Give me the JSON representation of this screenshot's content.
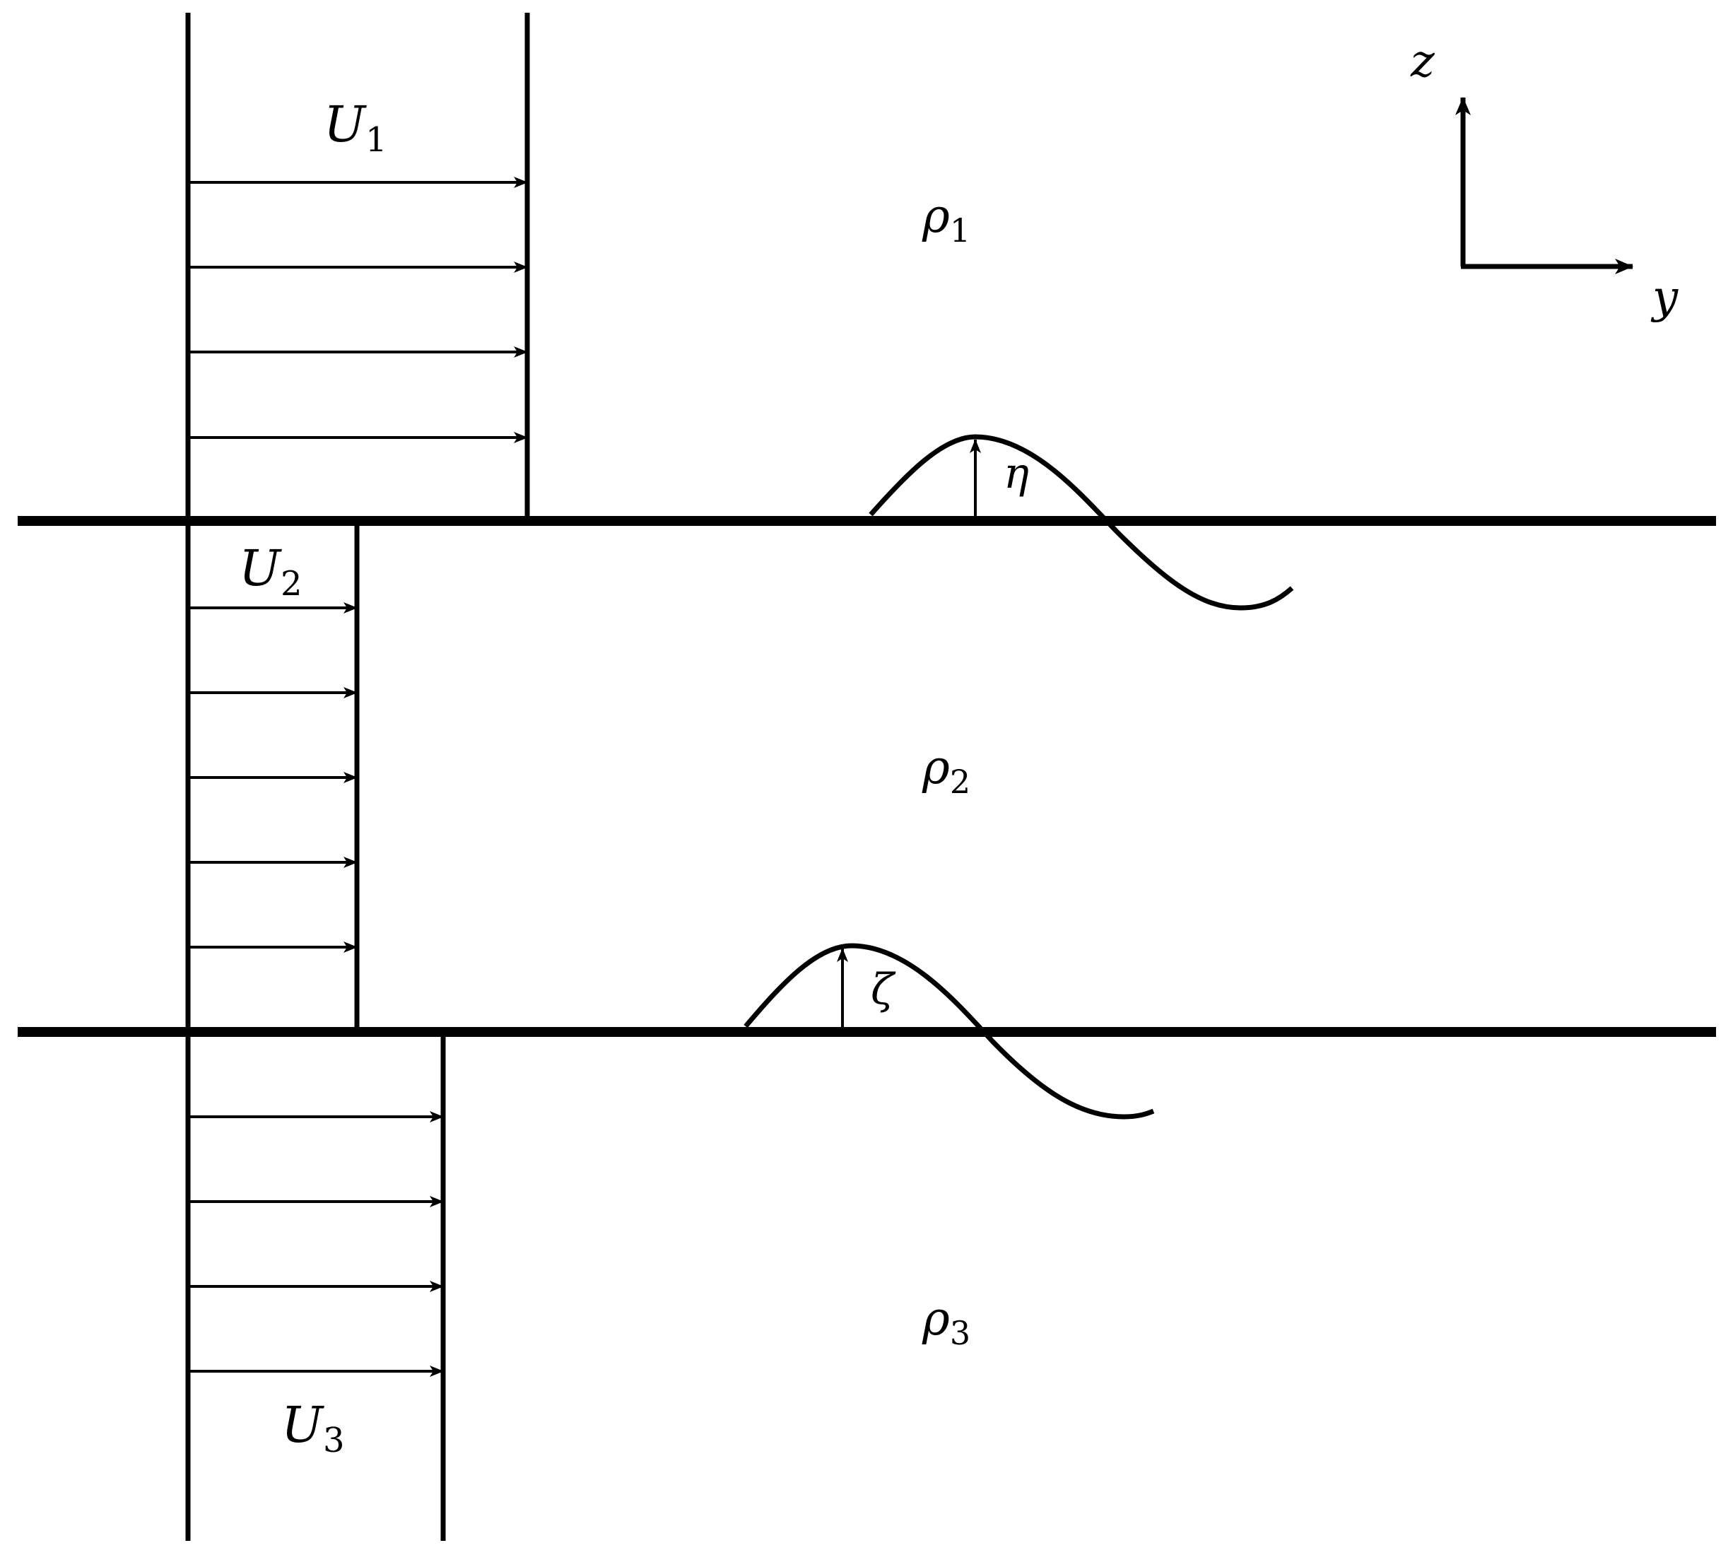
{
  "velocity_labels": {
    "u1": {
      "main": "U",
      "sub": "1"
    },
    "u2": {
      "main": "U",
      "sub": "2"
    },
    "u3": {
      "main": "U",
      "sub": "3"
    }
  },
  "density_labels": {
    "rho1": {
      "main": "ρ",
      "sub": "1"
    },
    "rho2": {
      "main": "ρ",
      "sub": "2"
    },
    "rho3": {
      "main": "ρ",
      "sub": "3"
    }
  },
  "displacement_labels": {
    "eta": "η",
    "zeta": "ζ"
  },
  "axes": {
    "z": "z",
    "y": "y"
  }
}
